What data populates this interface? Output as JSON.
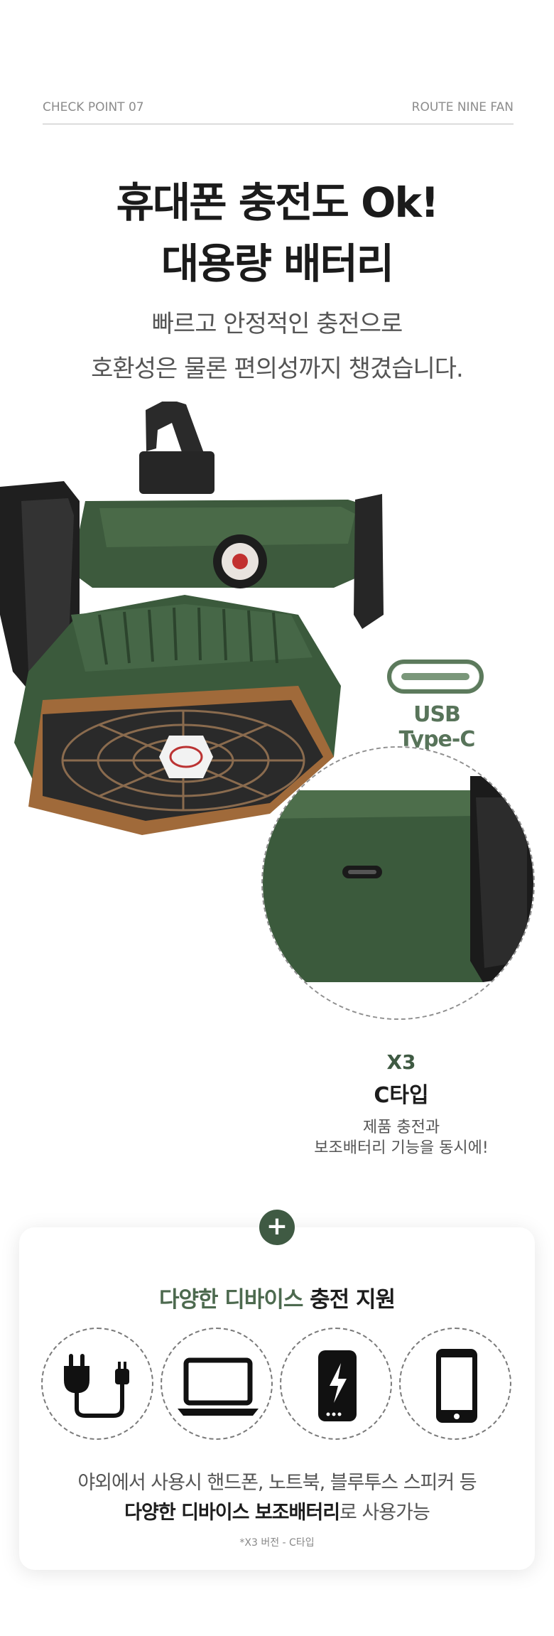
{
  "header": {
    "left": "CHECK POINT 07",
    "right": "ROUTE NINE FAN"
  },
  "headline": {
    "line1": "휴대폰 충전도 Ok!",
    "line2": "대용량 배터리"
  },
  "subtitle": {
    "line1": "빠르고 안정적인 충전으로",
    "line2": "호환성은 물론 편의성까지 챙겼습니다."
  },
  "usb": {
    "label": "USB Type-C"
  },
  "spec": {
    "model": "X3",
    "type": "C타입",
    "desc1": "제품 충전과",
    "desc2": "보조배터리 기능을 동시에!"
  },
  "card": {
    "plus": "+",
    "title_highlight": "다양한 디바이스",
    "title_rest": " 충전 지원",
    "line1": "야외에서 사용시 핸드폰, 노트북, 블루투스 스피커 등",
    "line2_bold": "다양한 디바이스 보조배터리",
    "line2_rest": "로 사용가능",
    "note": "*X3 버전 - C타입",
    "devices": [
      "charger-plug-icon",
      "laptop-icon",
      "power-bank-icon",
      "smartphone-icon"
    ]
  },
  "colors": {
    "accent": "#3f5a43",
    "fan_green": "#3d5a3d",
    "bronze": "#a06a3a"
  }
}
